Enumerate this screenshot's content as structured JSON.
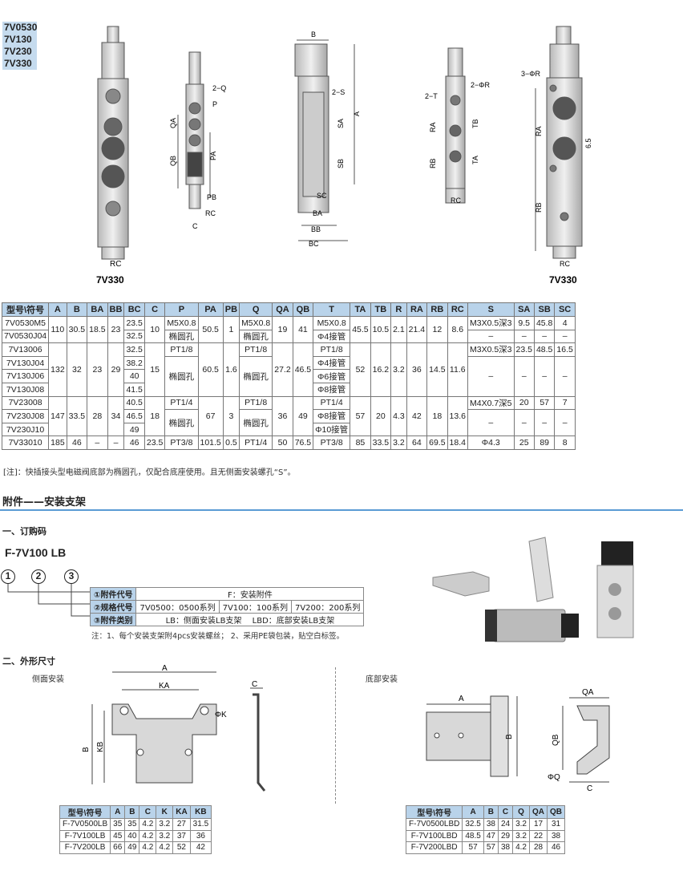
{
  "model_list": [
    "7V0530",
    "7V130",
    "7V230",
    "7V330"
  ],
  "drawing_captions": [
    "7V330",
    "7V330"
  ],
  "dim_labels": {
    "left": [
      "RC"
    ],
    "mid1": [
      "2−Q",
      "P",
      "QA",
      "QB",
      "PA",
      "PB",
      "RC",
      "C"
    ],
    "mid2": [
      "B",
      "2−S",
      "SA",
      "A",
      "SB",
      "SC",
      "BA",
      "BB",
      "BC"
    ],
    "mid3": [
      "2−T",
      "2−ΦR",
      "RA",
      "TB",
      "TA",
      "RB",
      "RC"
    ],
    "right": [
      "3−ΦR",
      "RA",
      "6.5",
      "RB",
      "RC"
    ]
  },
  "spec_table": {
    "headers": [
      "型号\\符号",
      "A",
      "B",
      "BA",
      "BB",
      "BC",
      "C",
      "P",
      "PA",
      "PB",
      "Q",
      "QA",
      "QB",
      "T",
      "TA",
      "TB",
      "R",
      "RA",
      "RB",
      "RC",
      "S",
      "SA",
      "SB",
      "SC"
    ],
    "rows": [
      [
        {
          "t": "7V0530M5"
        },
        {
          "t": "110",
          "r": 2
        },
        {
          "t": "30.5",
          "r": 2
        },
        {
          "t": "18.5",
          "r": 2
        },
        {
          "t": "23",
          "r": 2
        },
        {
          "t": "23.5"
        },
        {
          "t": "10",
          "r": 2
        },
        {
          "t": "M5X0.8"
        },
        {
          "t": "50.5",
          "r": 2
        },
        {
          "t": "1",
          "r": 2
        },
        {
          "t": "M5X0.8"
        },
        {
          "t": "19",
          "r": 2
        },
        {
          "t": "41",
          "r": 2
        },
        {
          "t": "M5X0.8"
        },
        {
          "t": "45.5",
          "r": 2
        },
        {
          "t": "10.5",
          "r": 2
        },
        {
          "t": "2.1",
          "r": 2
        },
        {
          "t": "21.4",
          "r": 2
        },
        {
          "t": "12",
          "r": 2
        },
        {
          "t": "8.6",
          "r": 2
        },
        {
          "t": "M3X0.5深3"
        },
        {
          "t": "9.5"
        },
        {
          "t": "45.8"
        },
        {
          "t": "4"
        }
      ],
      [
        {
          "t": "7V0530J04"
        },
        {
          "t": "32.5"
        },
        {
          "t": "椭圆孔"
        },
        {
          "t": "椭圆孔"
        },
        {
          "t": "Φ4接管"
        },
        {
          "t": "–"
        },
        {
          "t": "–"
        },
        {
          "t": "–"
        },
        {
          "t": "–"
        }
      ],
      [
        {
          "t": "7V13006"
        },
        {
          "t": "132",
          "r": 4
        },
        {
          "t": "32",
          "r": 4
        },
        {
          "t": "23",
          "r": 4
        },
        {
          "t": "29",
          "r": 4
        },
        {
          "t": "32.5"
        },
        {
          "t": "15",
          "r": 4
        },
        {
          "t": "PT1/8"
        },
        {
          "t": "60.5",
          "r": 4
        },
        {
          "t": "1.6",
          "r": 4
        },
        {
          "t": "PT1/8"
        },
        {
          "t": "27.2",
          "r": 4
        },
        {
          "t": "46.5",
          "r": 4
        },
        {
          "t": "PT1/8"
        },
        {
          "t": "52",
          "r": 4
        },
        {
          "t": "16.2",
          "r": 4
        },
        {
          "t": "3.2",
          "r": 4
        },
        {
          "t": "36",
          "r": 4
        },
        {
          "t": "14.5",
          "r": 4
        },
        {
          "t": "11.6",
          "r": 4
        },
        {
          "t": "M3X0.5深3"
        },
        {
          "t": "23.5"
        },
        {
          "t": "48.5"
        },
        {
          "t": "16.5"
        }
      ],
      [
        {
          "t": "7V130J04"
        },
        {
          "t": "38.2"
        },
        {
          "t": "椭圆孔",
          "r": 3
        },
        {
          "t": "椭圆孔",
          "r": 3
        },
        {
          "t": "Φ4接管"
        },
        {
          "t": "–",
          "r": 3
        },
        {
          "t": "–",
          "r": 3
        },
        {
          "t": "–",
          "r": 3
        },
        {
          "t": "–",
          "r": 3
        }
      ],
      [
        {
          "t": "7V130J06"
        },
        {
          "t": "40"
        },
        {
          "t": "Φ6接管"
        }
      ],
      [
        {
          "t": "7V130J08"
        },
        {
          "t": "41.5"
        },
        {
          "t": "Φ8接管"
        }
      ],
      [
        {
          "t": "7V23008"
        },
        {
          "t": "147",
          "r": 3
        },
        {
          "t": "33.5",
          "r": 3
        },
        {
          "t": "28",
          "r": 3
        },
        {
          "t": "34",
          "r": 3
        },
        {
          "t": "40.5"
        },
        {
          "t": "18",
          "r": 3
        },
        {
          "t": "PT1/4"
        },
        {
          "t": "67",
          "r": 3
        },
        {
          "t": "3",
          "r": 3
        },
        {
          "t": "PT1/8"
        },
        {
          "t": "36",
          "r": 3
        },
        {
          "t": "49",
          "r": 3
        },
        {
          "t": "PT1/4"
        },
        {
          "t": "57",
          "r": 3
        },
        {
          "t": "20",
          "r": 3
        },
        {
          "t": "4.3",
          "r": 3
        },
        {
          "t": "42",
          "r": 3
        },
        {
          "t": "18",
          "r": 3
        },
        {
          "t": "13.6",
          "r": 3
        },
        {
          "t": "M4X0.7深5"
        },
        {
          "t": "20"
        },
        {
          "t": "57"
        },
        {
          "t": "7"
        }
      ],
      [
        {
          "t": "7V230J08"
        },
        {
          "t": "46.5"
        },
        {
          "t": "椭圆孔",
          "r": 2
        },
        {
          "t": "椭圆孔",
          "r": 2
        },
        {
          "t": "Φ8接管"
        },
        {
          "t": "–",
          "r": 2
        },
        {
          "t": "–",
          "r": 2
        },
        {
          "t": "–",
          "r": 2
        },
        {
          "t": "–",
          "r": 2
        }
      ],
      [
        {
          "t": "7V230J10"
        },
        {
          "t": "49"
        },
        {
          "t": "Φ10接管"
        }
      ],
      [
        {
          "t": "7V33010"
        },
        {
          "t": "185"
        },
        {
          "t": "46"
        },
        {
          "t": "–"
        },
        {
          "t": "–"
        },
        {
          "t": "46"
        },
        {
          "t": "23.5"
        },
        {
          "t": "PT3/8"
        },
        {
          "t": "101.5"
        },
        {
          "t": "0.5"
        },
        {
          "t": "PT1/4"
        },
        {
          "t": "50"
        },
        {
          "t": "76.5"
        },
        {
          "t": "PT3/8"
        },
        {
          "t": "85"
        },
        {
          "t": "33.5"
        },
        {
          "t": "3.2"
        },
        {
          "t": "64"
        },
        {
          "t": "69.5"
        },
        {
          "t": "18.4"
        },
        {
          "t": "Φ4.3"
        },
        {
          "t": "25"
        },
        {
          "t": "89"
        },
        {
          "t": "8"
        }
      ]
    ]
  },
  "spec_note": "[注]：快插接头型电磁阀底部为椭圆孔，仅配合底座使用。且无侧面安装螺孔“S”。",
  "section_title": "附件——安装支架",
  "order_heading": "一、订购码",
  "part_code": "F-7V100  LB",
  "circle_nums": [
    "1",
    "2",
    "3"
  ],
  "order_rows": [
    {
      "label": "①附件代号",
      "cells": [
        "F：安装附件"
      ]
    },
    {
      "label": "②规格代号",
      "cells": [
        "7V0500：0500系列",
        "7V100：100系列",
        "7V200：200系列"
      ]
    },
    {
      "label": "③附件类别",
      "cells": [
        "LB：侧面安装LB支架　 LBD：底部安装LB支架"
      ]
    }
  ],
  "order_note": "注：1、每个安装支架附4pcs安装螺丝；  2、采用PE袋包装，贴空白标签。",
  "dims_heading": "二、外形尺寸",
  "side_caption": "侧面安装",
  "bottom_caption": "底部安装",
  "side_labels": [
    "A",
    "KA",
    "ΦK",
    "B",
    "KB",
    "C"
  ],
  "bottom_labels": [
    "A",
    "B",
    "QA",
    "QB",
    "ΦQ",
    "C"
  ],
  "side_table": {
    "headers": [
      "型号\\符号",
      "A",
      "B",
      "C",
      "K",
      "KA",
      "KB"
    ],
    "rows": [
      [
        "F-7V0500LB",
        "35",
        "35",
        "4.2",
        "3.2",
        "27",
        "31.5"
      ],
      [
        "F-7V100LB",
        "45",
        "40",
        "4.2",
        "3.2",
        "37",
        "36"
      ],
      [
        "F-7V200LB",
        "66",
        "49",
        "4.2",
        "4.2",
        "52",
        "42"
      ]
    ]
  },
  "bottom_table": {
    "headers": [
      "型号\\符号",
      "A",
      "B",
      "C",
      "Q",
      "QA",
      "QB"
    ],
    "rows": [
      [
        "F-7V0500LBD",
        "32.5",
        "38",
        "24",
        "3.2",
        "17",
        "31"
      ],
      [
        "F-7V100LBD",
        "48.5",
        "47",
        "29",
        "3.2",
        "22",
        "38"
      ],
      [
        "F-7V200LBD",
        "57",
        "57",
        "38",
        "4.2",
        "28",
        "46"
      ]
    ]
  }
}
